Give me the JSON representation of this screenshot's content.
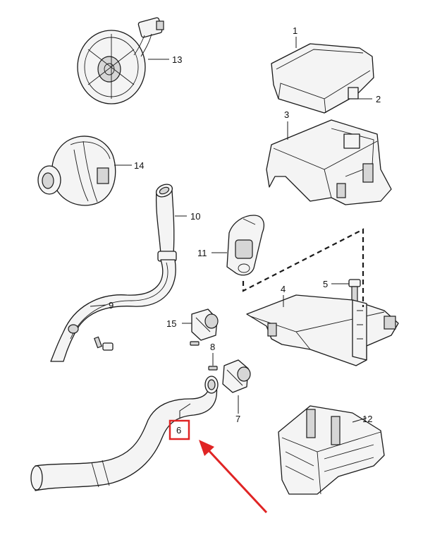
{
  "callouts": {
    "c1": "1",
    "c2": "2",
    "c3": "3",
    "c4": "4",
    "c5": "5",
    "c6": "6",
    "c7": "7",
    "c8": "8",
    "c9": "9",
    "c10": "10",
    "c11": "11",
    "c12": "12",
    "c13": "13",
    "c14": "14",
    "c15": "15"
  },
  "colors": {
    "line": "#1a1a1a",
    "highlight": "#e02424"
  }
}
